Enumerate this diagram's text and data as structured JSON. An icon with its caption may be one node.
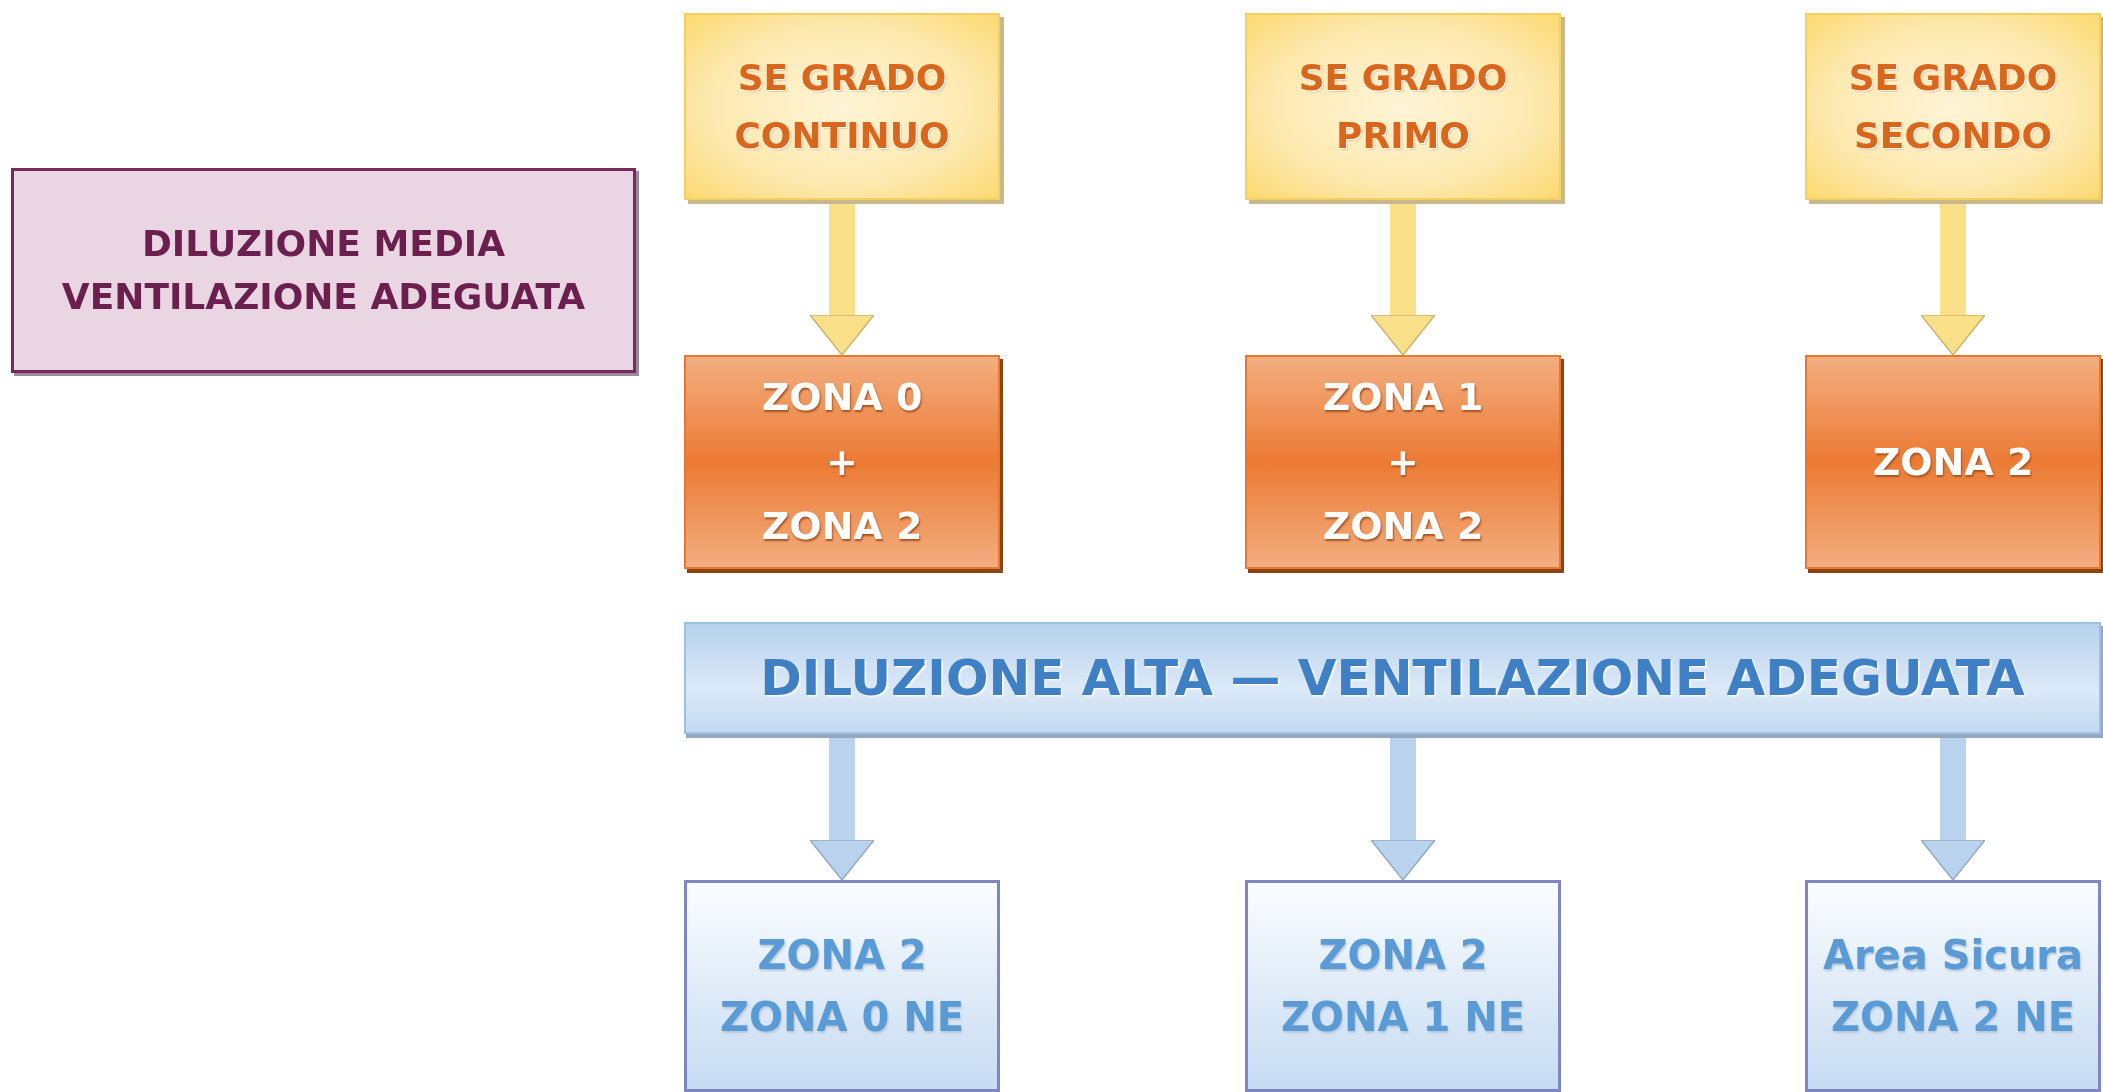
{
  "diagram": {
    "nodes": [
      {
        "text": [
          "DILUZIONE MEDIA VENTILAZIONE ADEGUATA"
        ]
      },
      {
        "text": [
          "SE GRADO CONTINUO"
        ]
      },
      {
        "text": [
          "SE GRADO PRIMO"
        ]
      },
      {
        "text": [
          "SE GRADO SECONDO"
        ]
      },
      {
        "text": [
          "ZONA 0",
          "+",
          "ZONA 2"
        ]
      },
      {
        "text": [
          "ZONA 1",
          "+",
          "ZONA 2"
        ]
      },
      {
        "text": [
          "ZONA 2"
        ]
      },
      {
        "text": [
          "DILUZIONE ALTA — VENTILAZIONE ADEGUATA"
        ]
      },
      {
        "text": [
          "ZONA 2",
          "ZONA 0 NE"
        ]
      },
      {
        "text": [
          "ZONA 2",
          "ZONA 1 NE"
        ]
      },
      {
        "text": [
          "Area Sicura",
          "ZONA 2 NE"
        ]
      }
    ],
    "edges": [
      {
        "from": 1,
        "to": 4,
        "arrow": "to",
        "color": "#fbe08a"
      },
      {
        "from": 2,
        "to": 5,
        "arrow": "to",
        "color": "#fbe08a"
      },
      {
        "from": 3,
        "to": 6,
        "arrow": "to",
        "color": "#fbe08a"
      },
      {
        "from": 7,
        "to": 8,
        "arrow": "to",
        "color": "#b9d3ee"
      },
      {
        "from": 7,
        "to": 9,
        "arrow": "to",
        "color": "#b9d3ee"
      },
      {
        "from": 7,
        "to": 10,
        "arrow": "to",
        "color": "#b9d3ee"
      }
    ]
  }
}
